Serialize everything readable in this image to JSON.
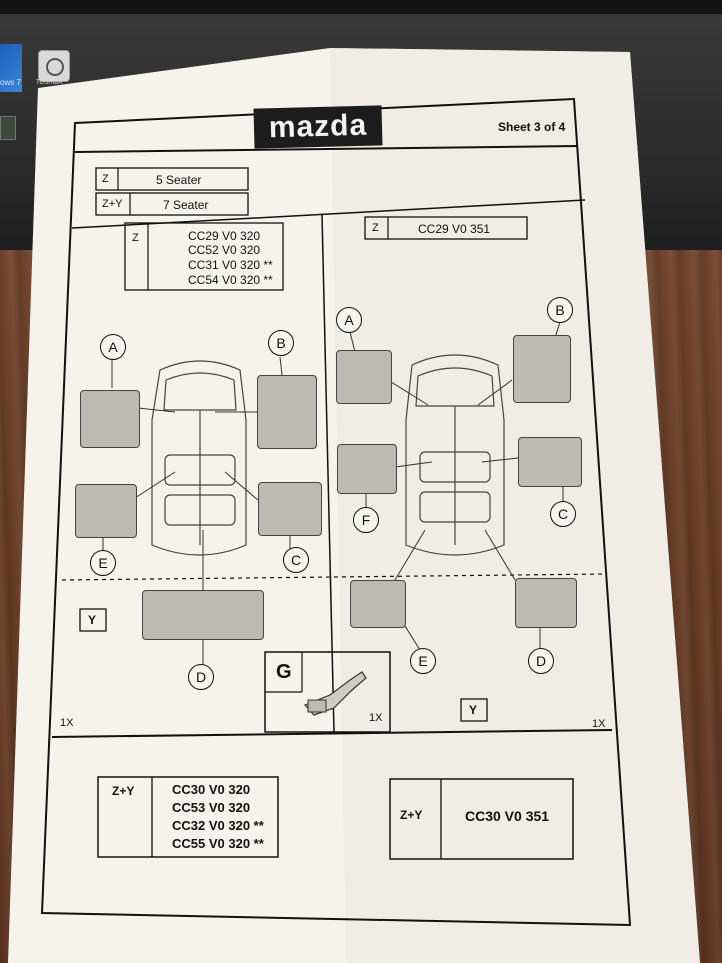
{
  "header": {
    "logo_text": "mazda",
    "sheet_label": "Sheet 3 of 4"
  },
  "seating": [
    {
      "code": "Z",
      "label": "5 Seater"
    },
    {
      "code": "Z+Y",
      "label": "7 Seater"
    }
  ],
  "left_partbox": {
    "code": "Z",
    "parts": [
      "CC29 V0 320",
      "CC52 V0 320",
      "CC31 V0 320 **",
      "CC54 V0 320 **"
    ]
  },
  "right_partbox": {
    "code": "Z",
    "parts": [
      "CC29 V0 351"
    ]
  },
  "mat_labels": {
    "left": {
      "a": "A",
      "b": "B",
      "c": "C",
      "d": "D",
      "e": "E"
    },
    "right": {
      "a": "A",
      "b": "B",
      "c": "C",
      "d": "D",
      "e": "E",
      "f": "F"
    }
  },
  "y_boxes": {
    "left": "Y",
    "right": "Y"
  },
  "g_box": {
    "label": "G",
    "qty": "1X"
  },
  "quantities": {
    "left": "1X",
    "right": "1X"
  },
  "bottom_left": {
    "code": "Z+Y",
    "parts": [
      "CC30 V0 320",
      "CC53 V0 320",
      "CC32 V0 320 **",
      "CC55 V0 320 **"
    ]
  },
  "bottom_right": {
    "code": "Z+Y",
    "parts": [
      "CC30 V0 351"
    ]
  },
  "laptop": {
    "win_label": "ows 7",
    "toshiba_label": "TOSHIBA"
  },
  "colors": {
    "paper": "#f5f3ec",
    "ink": "#111111",
    "mat": "#bdbab3",
    "wood": "#6b4430",
    "logo_bg": "#1c1c1c"
  }
}
